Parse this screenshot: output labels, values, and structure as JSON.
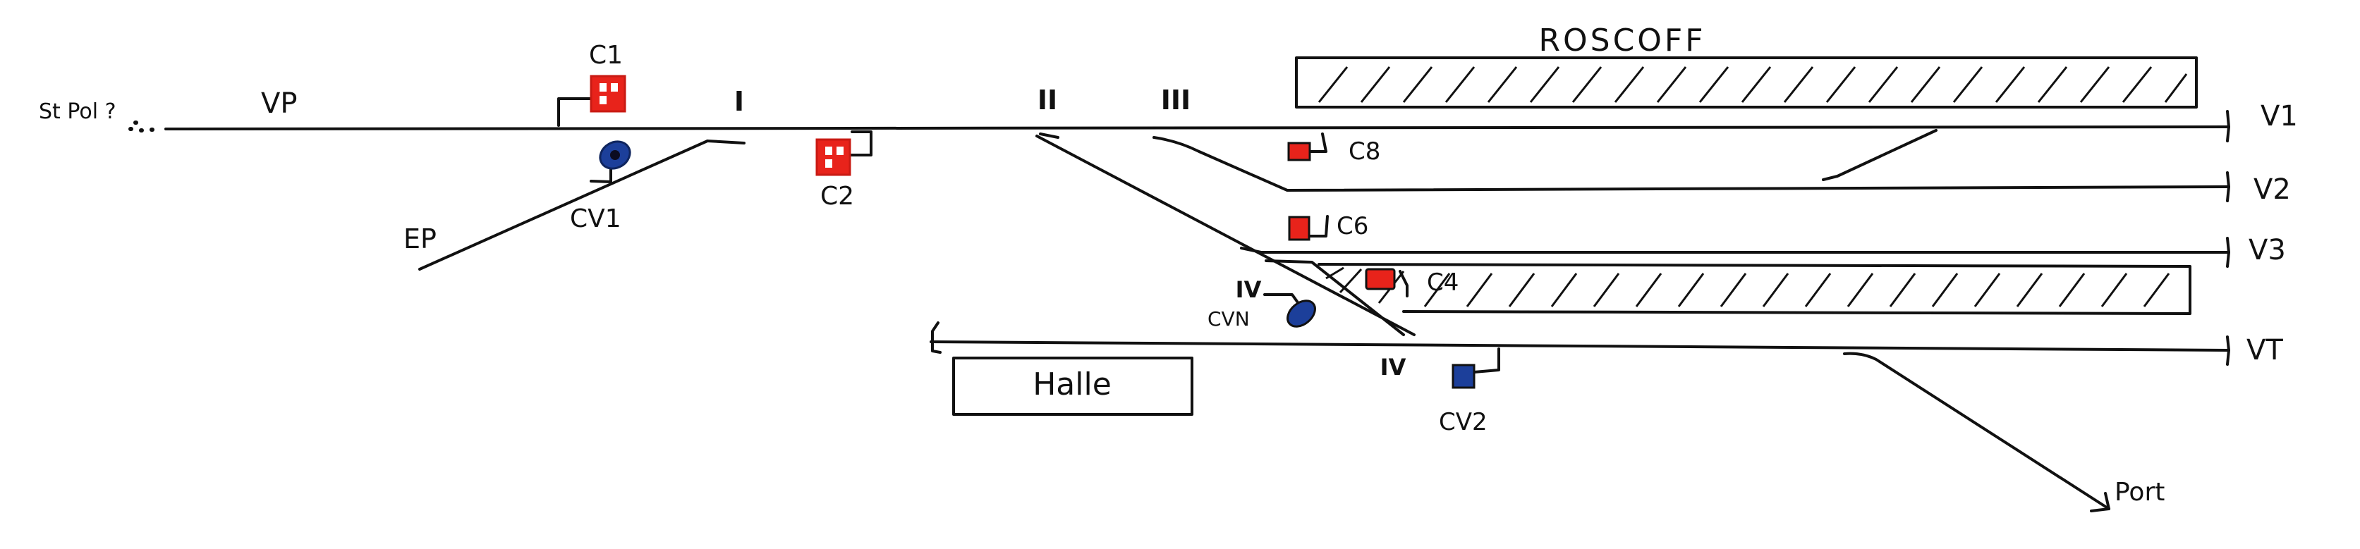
{
  "station": "ROSCOFF",
  "building": "Halle",
  "lines": {
    "origin": "St Pol ?",
    "main_line": "VP",
    "branch": "EP",
    "port": "Port"
  },
  "tracks": [
    "V1",
    "V2",
    "V3",
    "VT"
  ],
  "switches": [
    "I",
    "II",
    "III",
    "IV",
    "IV"
  ],
  "signals": {
    "c1": "C1",
    "c2": "C2",
    "c4": "C4",
    "c6": "C6",
    "c8": "C8",
    "cv1": "CV1",
    "cv2": "CV2",
    "cvn": "CVN"
  },
  "colors": {
    "ink": "#111111",
    "main_signal": "#e8231b",
    "shunt_signal": "#1c3f9a"
  }
}
